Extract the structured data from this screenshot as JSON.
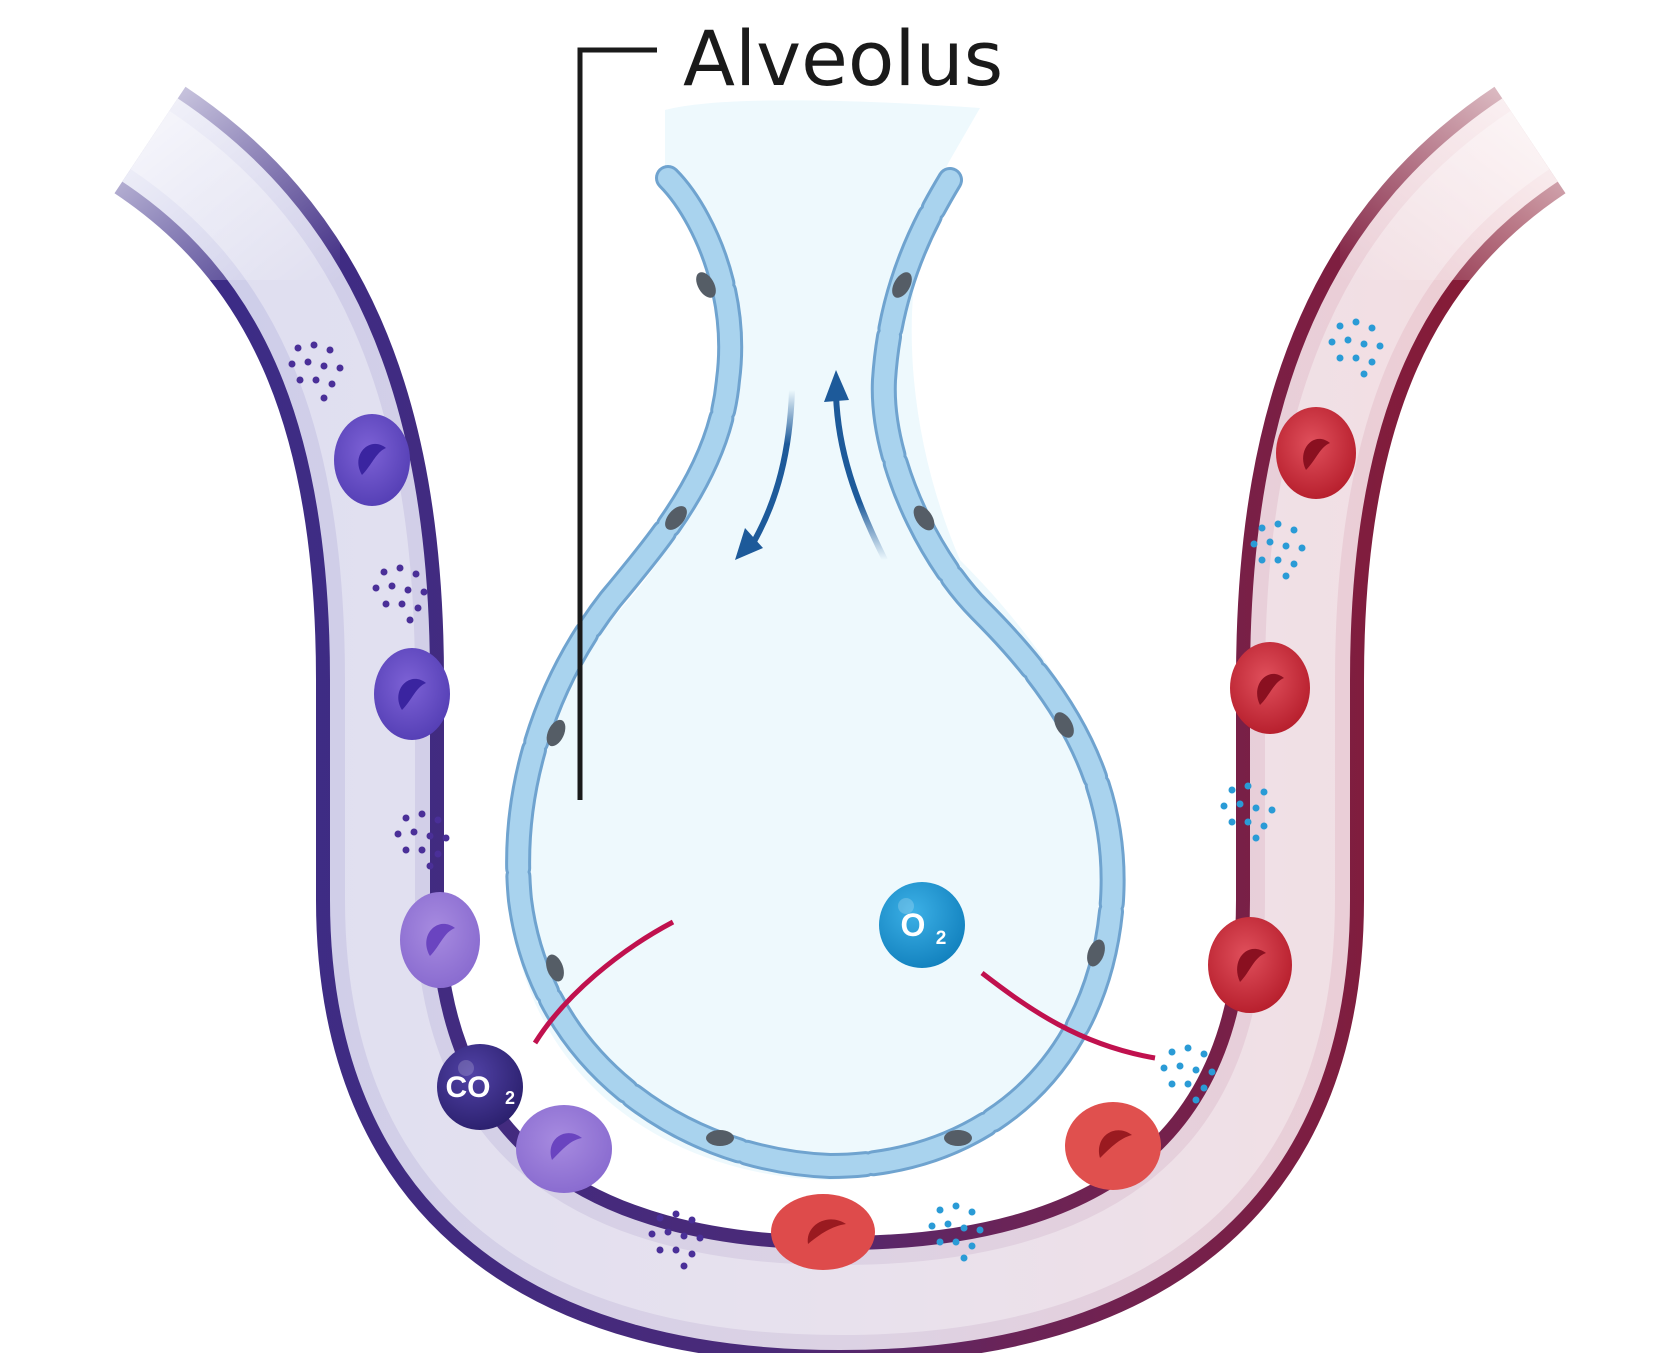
{
  "title": "Alveolus",
  "molecules": {
    "co2": {
      "main": "CO",
      "sub": "2"
    },
    "o2": {
      "main": "O",
      "sub": "2"
    }
  },
  "colors": {
    "deoxygenated": "#3b2a8e",
    "oxygenated": "#8e1b34",
    "vessel_fill_left": "#cfd0ea",
    "vessel_fill_right": "#efcfd3",
    "alveolus_fill": "#eef9fd",
    "alveolus_wall": "#a9d3ee",
    "alveolus_wall_stroke": "#6fa3cf",
    "flow_arrow": "#1d5a9a",
    "diffusion_path": "#c0114e",
    "co2_molecule": "#3a2c86",
    "o2_molecule": "#1b8fca"
  },
  "icons": [
    "co2-molecule-icon",
    "o2-molecule-icon",
    "airflow-in-arrow-icon",
    "airflow-out-arrow-icon",
    "red-blood-cell-icon"
  ]
}
